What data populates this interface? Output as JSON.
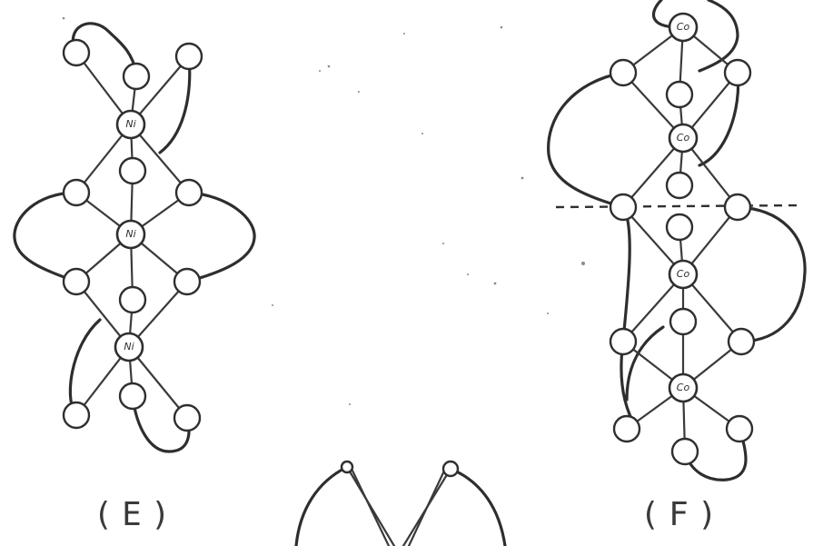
{
  "structures": [
    {
      "caption": "(E)",
      "metal_label": "Ni",
      "metal_count": 3
    },
    {
      "caption": "(F)",
      "metal_label": "Co",
      "metal_count": 4
    }
  ],
  "colors": {
    "ink": "#2f2f2f",
    "paper": "#ffffff"
  }
}
